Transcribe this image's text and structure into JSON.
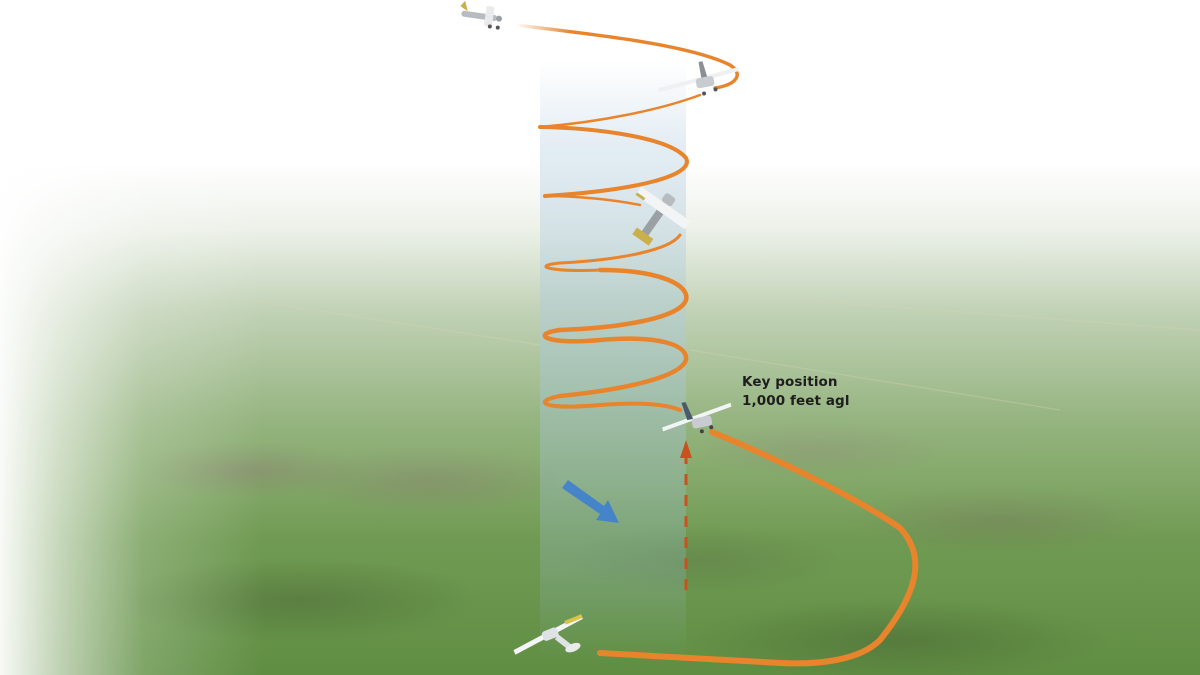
{
  "diagram": {
    "type": "flight-maneuver-illustration",
    "subject": "spiral descent over point to key position",
    "annotation": {
      "line1": "Key position",
      "line2": "1,000 feet agl"
    },
    "colors": {
      "flight_path": "#e8842c",
      "wind_arrow": "#3f7fd0",
      "dashed_altitude_arrow": "#c8521e",
      "descent_column": "#b8d2e2",
      "terrain": "#6f9a50",
      "haze": "#ffffff",
      "label_text": "#1e1e1e"
    },
    "aircraft": [
      {
        "id": "entry",
        "description": "aircraft entering spiral at top"
      },
      {
        "id": "upper-turn",
        "description": "aircraft banking at upper turn"
      },
      {
        "id": "mid-spiral",
        "description": "aircraft in steep bank mid-spiral"
      },
      {
        "id": "key-position",
        "description": "aircraft at key position 1,000 feet agl"
      },
      {
        "id": "landing",
        "description": "aircraft on landing approach at ground level"
      }
    ],
    "elements": {
      "spiral_turns": 6,
      "wind_arrow": "blue arrow indicating wind direction",
      "altitude_arrow": "dashed orange vertical arrow from ground to key position"
    }
  }
}
